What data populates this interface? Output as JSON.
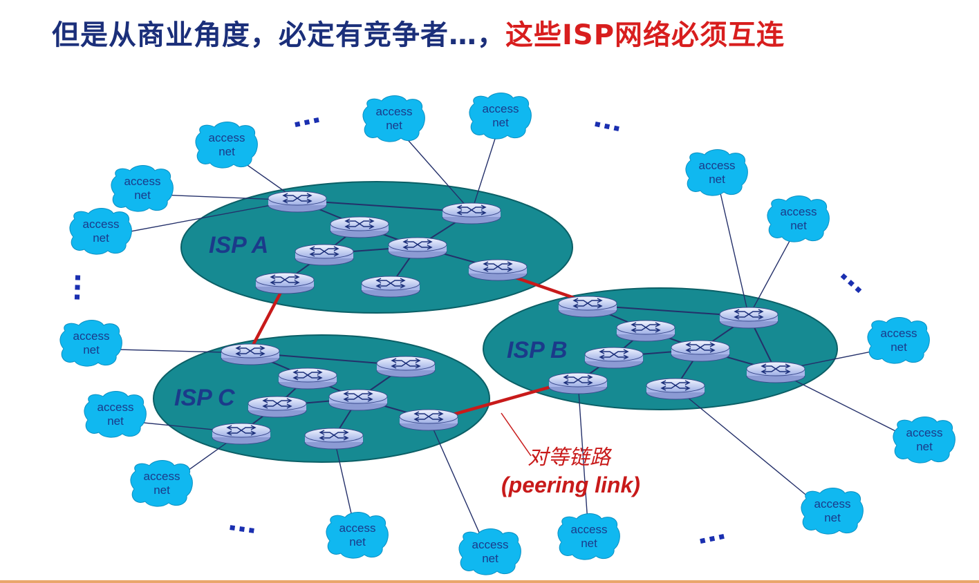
{
  "title": {
    "part1": "但是从商业角度，必定有竞争者…，",
    "part2": "这些ISP网络必须互连"
  },
  "isps": [
    {
      "label": "ISP A"
    },
    {
      "label": "ISP B"
    },
    {
      "label": "ISP C"
    }
  ],
  "access_net": {
    "line1": "access",
    "line2": "net"
  },
  "ellipsis": "…",
  "peering": {
    "cn": "对等链路",
    "en": "(peering link)"
  },
  "colors": {
    "title_blue": "#1b2f7a",
    "title_red": "#d81e1e",
    "isp_fill": "#168a92",
    "isp_label": "#1b3a8a",
    "access_fill": "#10b8f0",
    "access_text": "#1b3a8a",
    "link": "#24306a",
    "peering": "#c81a1a",
    "router_fill": "#c9d1f2"
  }
}
